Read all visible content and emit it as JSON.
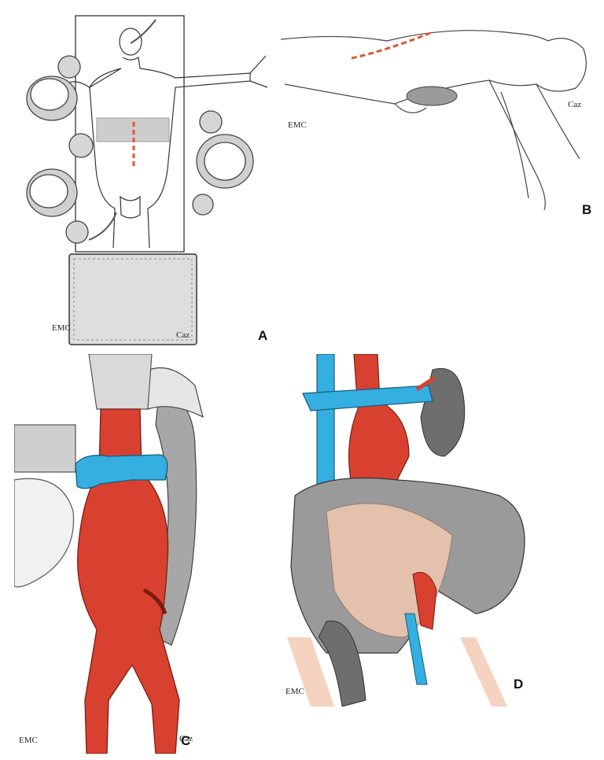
{
  "figure": {
    "panels": [
      {
        "id": "A",
        "label": "A",
        "signature": "EMC",
        "artist": "Caz"
      },
      {
        "id": "B",
        "label": "B",
        "signature": "EMC",
        "artist": "Caz"
      },
      {
        "id": "C",
        "label": "C",
        "signature": "EMC",
        "artist": "Caz"
      },
      {
        "id": "D",
        "label": "D",
        "signature": "EMC"
      }
    ]
  },
  "colors": {
    "artery": "#d8412f",
    "vein": "#35aee0",
    "incision": "#e0552e",
    "bowel_gray": "#9a9a9a",
    "mesentery": "#f2c8b0",
    "line": "#333333",
    "pad": "#dedede"
  }
}
